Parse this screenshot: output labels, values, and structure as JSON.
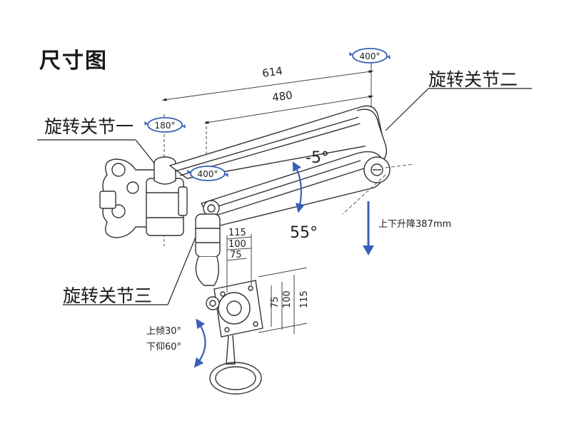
{
  "title": "尺寸图",
  "joints": {
    "joint1": "旋转关节一",
    "joint2": "旋转关节二",
    "joint3": "旋转关节三"
  },
  "dimensions": {
    "arm_length_outer": "614",
    "arm_length_inner": "480",
    "vesa_115_top": "115",
    "vesa_100_top": "100",
    "vesa_75_top": "75",
    "vesa_75_side": "75",
    "vesa_100_side": "100",
    "vesa_115_side": "115"
  },
  "angles": {
    "rotate_top_right": "400°",
    "rotate_left": "180°",
    "rotate_middle": "400°",
    "arm_up": "-5°",
    "arm_down": "55°"
  },
  "height_adjust": "上下升降387mm",
  "tilt": {
    "up": "上倾30°",
    "down": "下仰60°"
  },
  "colors": {
    "accent_blue": "#3a5fb8",
    "line": "#222222",
    "text": "#1a1a1a"
  }
}
